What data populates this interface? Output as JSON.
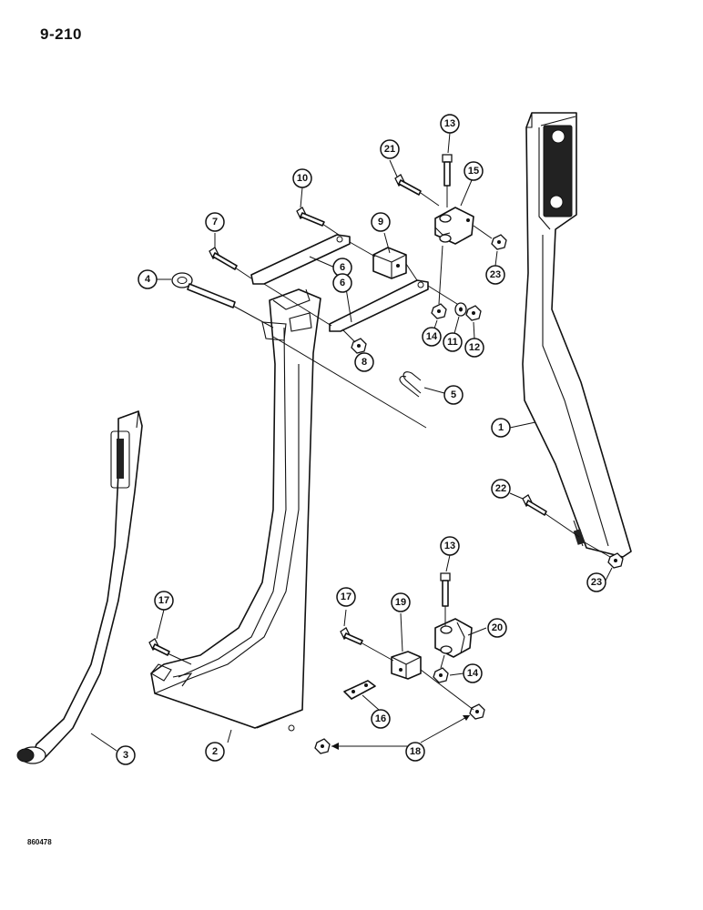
{
  "page": {
    "number": "9-210",
    "drawing_code": "860478"
  },
  "callouts": [
    {
      "id": "c1",
      "label": "1"
    },
    {
      "id": "c2",
      "label": "2"
    },
    {
      "id": "c3",
      "label": "3"
    },
    {
      "id": "c4",
      "label": "4"
    },
    {
      "id": "c5",
      "label": "5"
    },
    {
      "id": "c6",
      "label": "6"
    },
    {
      "id": "c6b",
      "label": "6"
    },
    {
      "id": "c7",
      "label": "7"
    },
    {
      "id": "c8",
      "label": "8"
    },
    {
      "id": "c9",
      "label": "9"
    },
    {
      "id": "c10",
      "label": "10"
    },
    {
      "id": "c11",
      "label": "11"
    },
    {
      "id": "c12",
      "label": "12"
    },
    {
      "id": "c13",
      "label": "13"
    },
    {
      "id": "c13b",
      "label": "13"
    },
    {
      "id": "c14",
      "label": "14"
    },
    {
      "id": "c14b",
      "label": "14"
    },
    {
      "id": "c15",
      "label": "15"
    },
    {
      "id": "c16",
      "label": "16"
    },
    {
      "id": "c17",
      "label": "17"
    },
    {
      "id": "c17b",
      "label": "17"
    },
    {
      "id": "c18",
      "label": "18"
    },
    {
      "id": "c19",
      "label": "19"
    },
    {
      "id": "c20",
      "label": "20"
    },
    {
      "id": "c21",
      "label": "21"
    },
    {
      "id": "c22",
      "label": "22"
    },
    {
      "id": "c23",
      "label": "23"
    },
    {
      "id": "c23b",
      "label": "23"
    }
  ]
}
